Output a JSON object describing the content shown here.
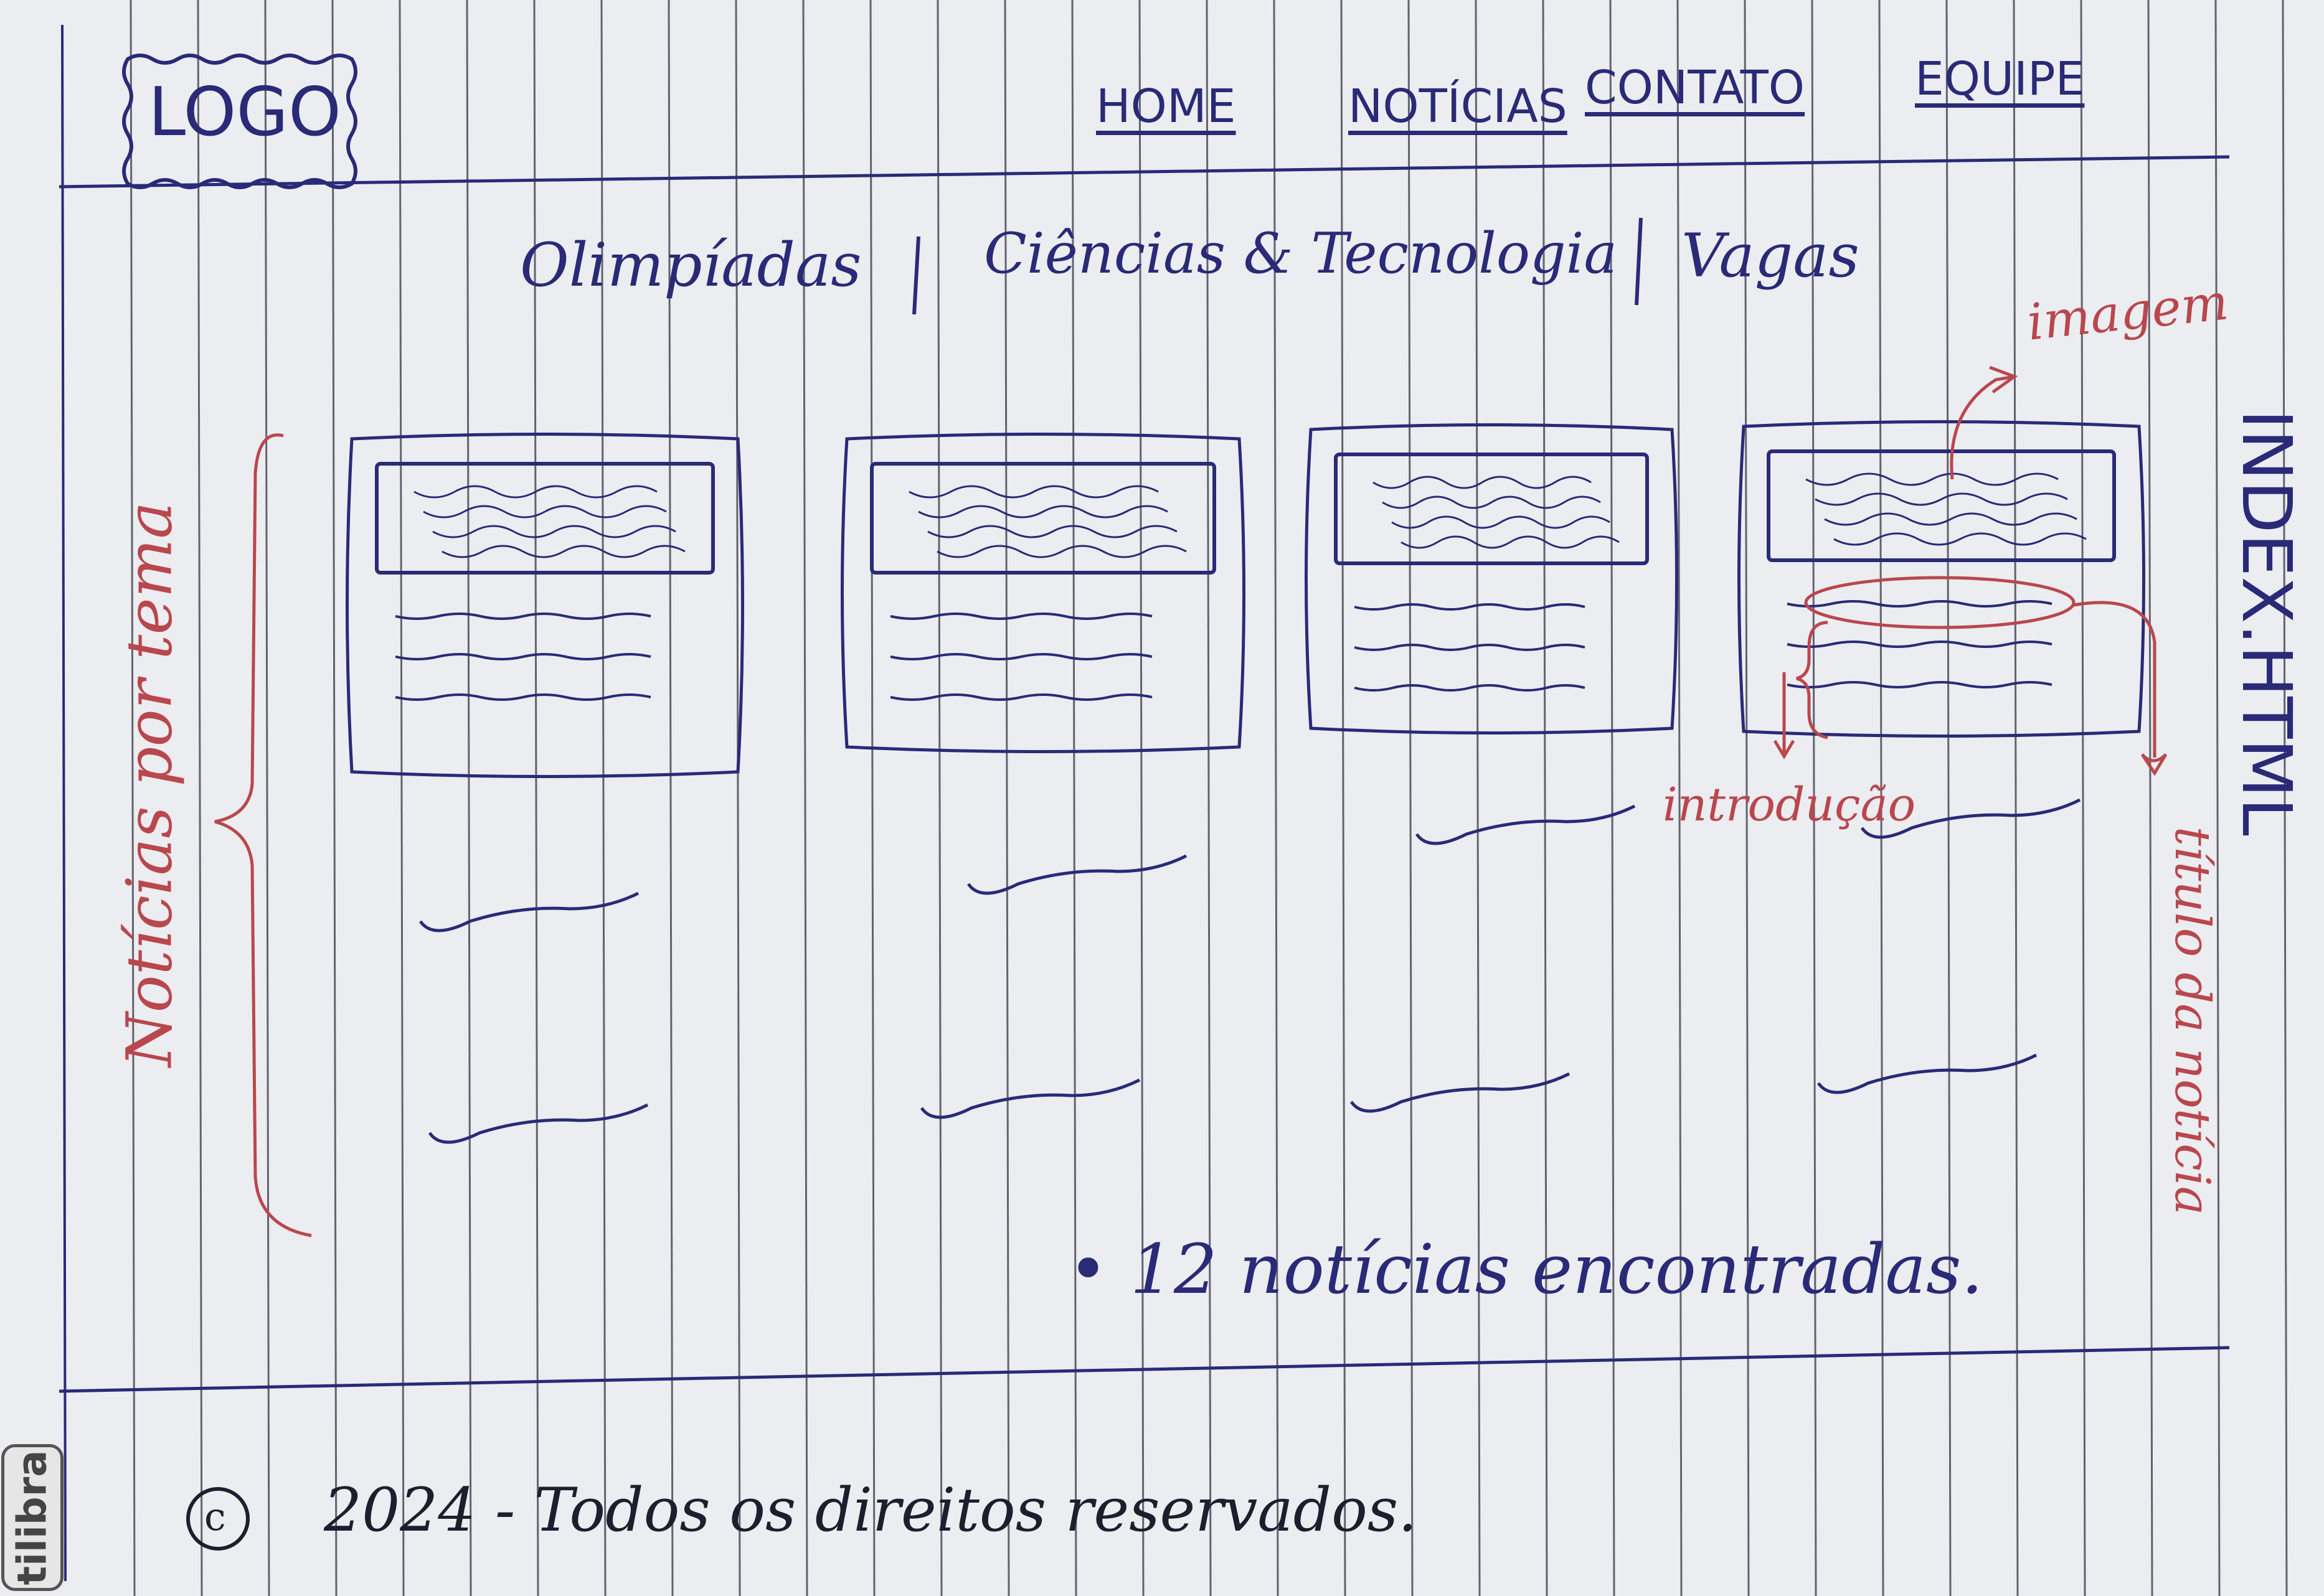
{
  "header": {
    "logo": "LOGO",
    "nav": [
      "HOME",
      "NOTÍCIAS",
      "CONTATO",
      "EQUIPE"
    ]
  },
  "categories": [
    "Olimpíadas",
    "Ciências & Tecnologia",
    "Vagas"
  ],
  "annotations": {
    "left_brace": "Notícias por tema",
    "image": "imagem",
    "intro": "introdução",
    "title": "título da notícia",
    "file": "INDEX.HTML"
  },
  "results": "• 12 notícias encontradas.",
  "footer": {
    "copyright_symbol": "c",
    "text": "2024 - Todos os direitos reservados."
  },
  "brand": "tilibra",
  "colors": {
    "paper": "#ecedf0",
    "ink": "#2a2a78",
    "red_ink": "#b9474e",
    "rule_lines": "#4a4a5a"
  }
}
